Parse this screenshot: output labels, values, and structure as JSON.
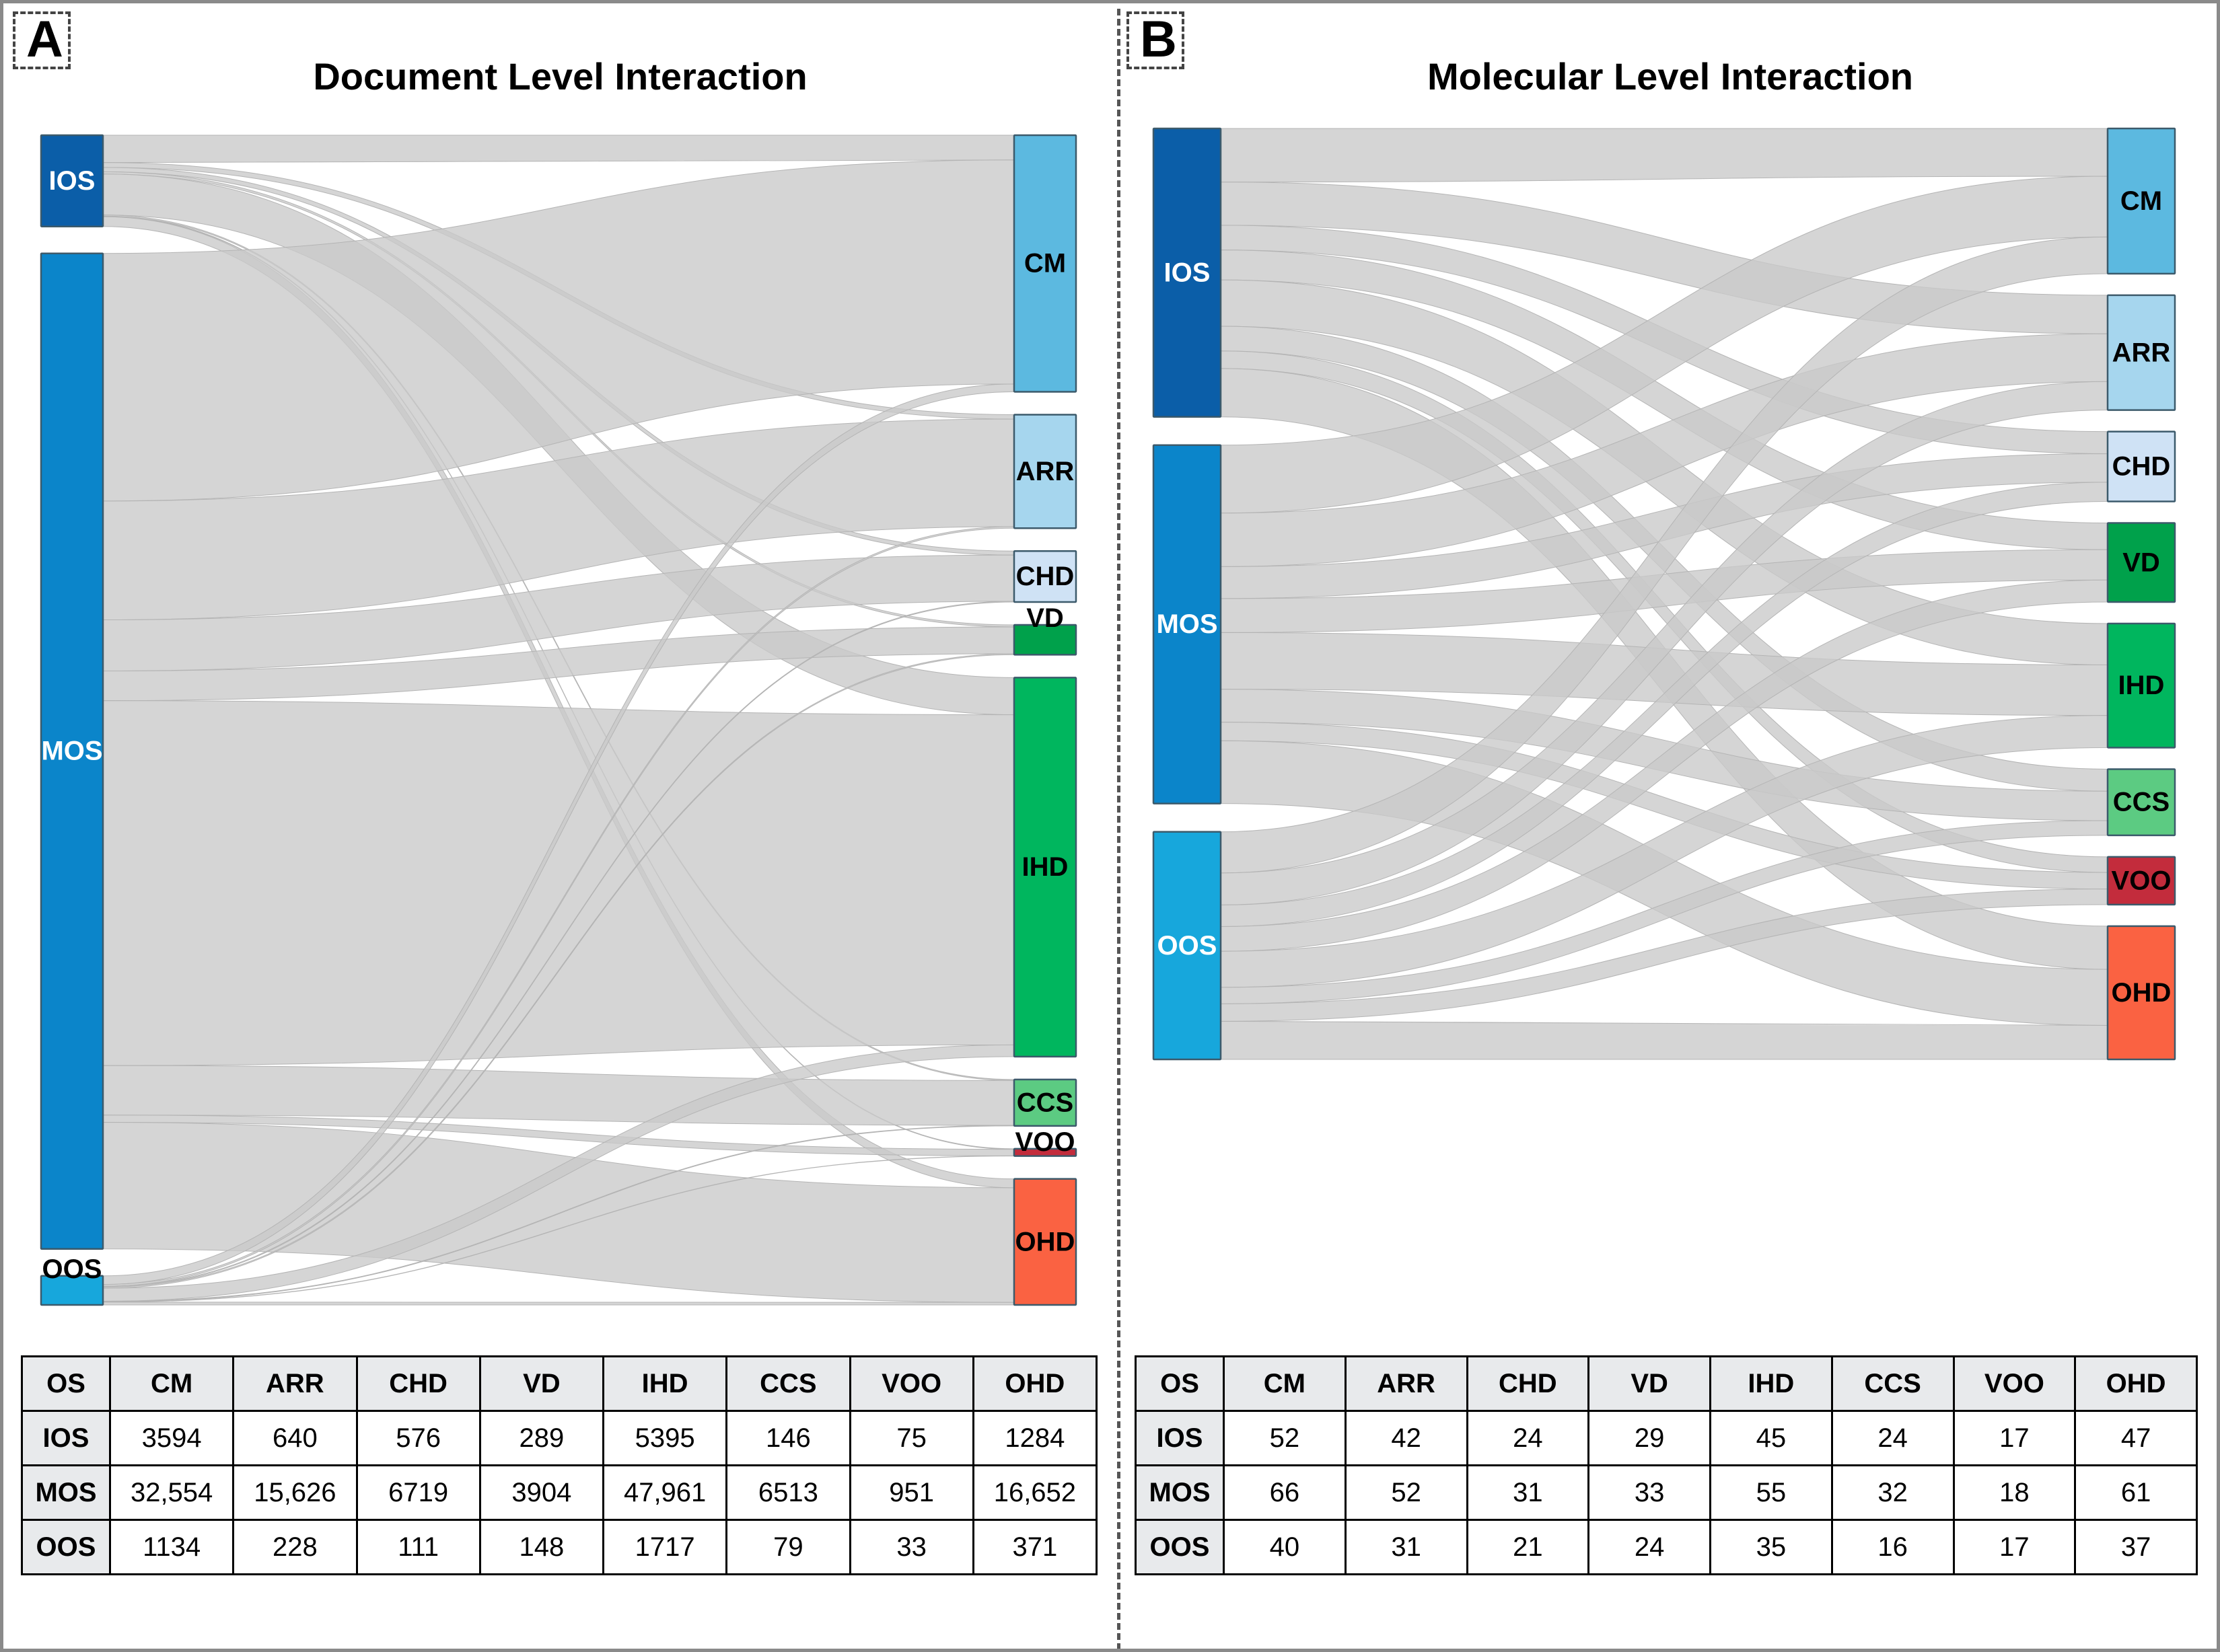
{
  "figure": {
    "panels": [
      {
        "letter": "A",
        "title": "Document Level Interaction",
        "sources": [
          "IOS",
          "MOS",
          "OOS"
        ],
        "targets": [
          "CM",
          "ARR",
          "CHD",
          "VD",
          "IHD",
          "CCS",
          "VOO",
          "OHD"
        ]
      },
      {
        "letter": "B",
        "title": "Molecular Level Interaction",
        "sources": [
          "IOS",
          "MOS",
          "OOS"
        ],
        "targets": [
          "CM",
          "ARR",
          "CHD",
          "VD",
          "IHD",
          "CCS",
          "VOO",
          "OHD"
        ]
      }
    ]
  },
  "colors": {
    "IOS": "#0b5ea8",
    "MOS": "#0b85ca",
    "OOS": "#17a7dc",
    "CM": "#5cb9e0",
    "ARR": "#a6d6ee",
    "CHD": "#cfe2f5",
    "VD": "#00a14b",
    "IHD": "#00b65e",
    "CCS": "#5ccb82",
    "VOO": "#c32c3c",
    "OHD": "#fa6242",
    "link": "#c9c9c9",
    "node_stroke": "#3c5a6b",
    "border": "#8a8a8a",
    "divider": "#555555",
    "table_header_bg": "#e8eaec"
  },
  "label_text_color": {
    "IOS": "light",
    "MOS": "light",
    "OOS": "light",
    "CM": "dark",
    "ARR": "dark",
    "CHD": "dark",
    "VD": "dark",
    "IHD": "dark",
    "CCS": "dark",
    "VOO": "dark",
    "OHD": "dark"
  },
  "chart_data": [
    {
      "type": "sankey",
      "title": "Document Level Interaction",
      "panel": "A",
      "sources": [
        "IOS",
        "MOS",
        "OOS"
      ],
      "targets": [
        "CM",
        "ARR",
        "CHD",
        "VD",
        "IHD",
        "CCS",
        "VOO",
        "OHD"
      ],
      "matrix": [
        [
          3594,
          640,
          576,
          289,
          5395,
          146,
          75,
          1284
        ],
        [
          32554,
          15626,
          6719,
          3904,
          47961,
          6513,
          951,
          16652
        ],
        [
          1134,
          228,
          111,
          148,
          1717,
          79,
          33,
          371
        ]
      ],
      "source_totals": [
        11999,
        130880,
        3821
      ],
      "target_totals": [
        37282,
        16494,
        7406,
        4341,
        55073,
        6738,
        1059,
        18307
      ],
      "legend": "none",
      "grid": false
    },
    {
      "type": "sankey",
      "title": "Molecular Level Interaction",
      "panel": "B",
      "sources": [
        "IOS",
        "MOS",
        "OOS"
      ],
      "targets": [
        "CM",
        "ARR",
        "CHD",
        "VD",
        "IHD",
        "CCS",
        "VOO",
        "OHD"
      ],
      "matrix": [
        [
          52,
          42,
          24,
          29,
          45,
          24,
          17,
          47
        ],
        [
          66,
          52,
          31,
          33,
          55,
          32,
          18,
          61
        ],
        [
          40,
          31,
          21,
          24,
          35,
          16,
          17,
          37
        ]
      ],
      "source_totals": [
        280,
        348,
        221
      ],
      "target_totals": [
        158,
        125,
        76,
        86,
        135,
        72,
        52,
        145
      ],
      "legend": "none",
      "grid": false
    }
  ],
  "tables": [
    {
      "panel": "A",
      "columns": [
        "OS",
        "CM",
        "ARR",
        "CHD",
        "VD",
        "IHD",
        "CCS",
        "VOO",
        "OHD"
      ],
      "rows": [
        {
          "label": "IOS",
          "values": [
            "3594",
            "640",
            "576",
            "289",
            "5395",
            "146",
            "75",
            "1284"
          ]
        },
        {
          "label": "MOS",
          "values": [
            "32,554",
            "15,626",
            "6719",
            "3904",
            "47,961",
            "6513",
            "951",
            "16,652"
          ]
        },
        {
          "label": "OOS",
          "values": [
            "1134",
            "228",
            "111",
            "148",
            "1717",
            "79",
            "33",
            "371"
          ]
        }
      ]
    },
    {
      "panel": "B",
      "columns": [
        "OS",
        "CM",
        "ARR",
        "CHD",
        "VD",
        "IHD",
        "CCS",
        "VOO",
        "OHD"
      ],
      "rows": [
        {
          "label": "IOS",
          "values": [
            "52",
            "42",
            "24",
            "29",
            "45",
            "24",
            "17",
            "47"
          ]
        },
        {
          "label": "MOS",
          "values": [
            "66",
            "52",
            "31",
            "33",
            "55",
            "32",
            "18",
            "61"
          ]
        },
        {
          "label": "OOS",
          "values": [
            "40",
            "31",
            "21",
            "24",
            "35",
            "16",
            "17",
            "37"
          ]
        }
      ]
    }
  ]
}
